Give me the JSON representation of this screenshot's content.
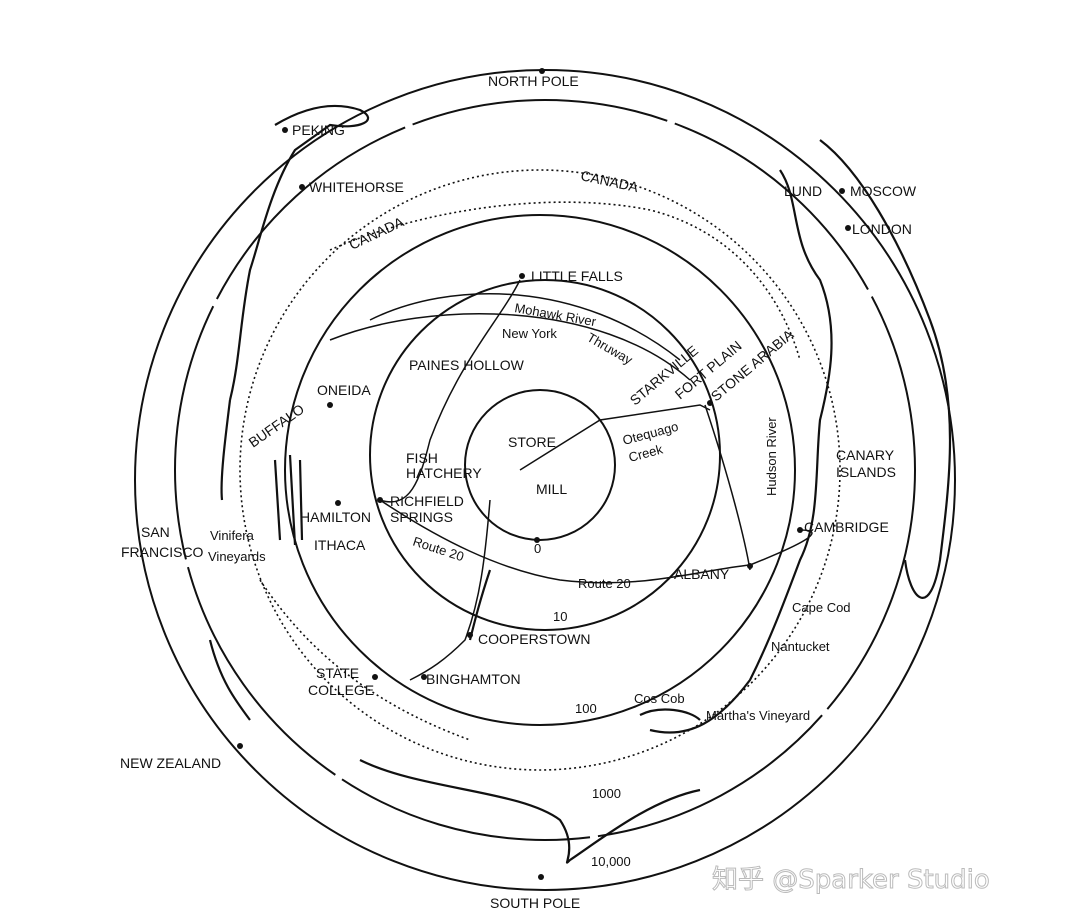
{
  "title": "View of the world from Paines Hollow",
  "poles": {
    "north": "NORTH POLE",
    "south": "SOUTH POLE"
  },
  "places": {
    "peking": "PEKING",
    "whitehorse": "WHITEHORSE",
    "canada_left": "CANADA",
    "canada_top": "CANADA",
    "lund": "LUND",
    "moscow": "MOSCOW",
    "london": "LONDON",
    "little_falls": "LITTLE FALLS",
    "mohawk_river": "Mohawk River",
    "ny_thruway_1": "New York",
    "ny_thruway_2": "Thruway",
    "paines_hollow": "PAINES HOLLOW",
    "starkville": "STARKVILLE",
    "fort_plain": "FORT PLAIN",
    "stone_arabia": "STONE ARABIA",
    "oneida": "ONEIDA",
    "buffalo": "BUFFALO",
    "store": "STORE",
    "fish_1": "FISH",
    "fish_2": "HATCHERY",
    "mill": "MILL",
    "otequago_1": "Otequago",
    "otequago_2": "Creek",
    "hudson_river": "Hudson River",
    "canary_1": "CANARY",
    "canary_2": "ISLANDS",
    "cambridge": "CAMBRIDGE",
    "richfield_1": "RICHFIELD",
    "richfield_2": "SPRINGS",
    "hamilton": "HAMILTON",
    "ithaca": "ITHACA",
    "vinifera_1": "Vinifera",
    "vinifera_2": "Vineyards",
    "san_francisco_1": "SAN",
    "san_francisco_2": "FRANCISCO",
    "route20_left": "Route 20",
    "route20_right": "Route 20",
    "albany": "ALBANY",
    "cape_cod": "Cape Cod",
    "nantucket": "Nantucket",
    "cooperstown": "COOPERSTOWN",
    "state_college_1": "STATE",
    "state_college_2": "COLLEGE",
    "binghamton": "BINGHAMTON",
    "cos_cob": "Cos Cob",
    "marthas_vineyard": "Martha's Vineyard",
    "new_zealand": "NEW ZEALAND"
  },
  "distance_rings": [
    "0",
    "10",
    "100",
    "1000",
    "10,000"
  ],
  "watermark": "知乎 @Sparker Studio"
}
